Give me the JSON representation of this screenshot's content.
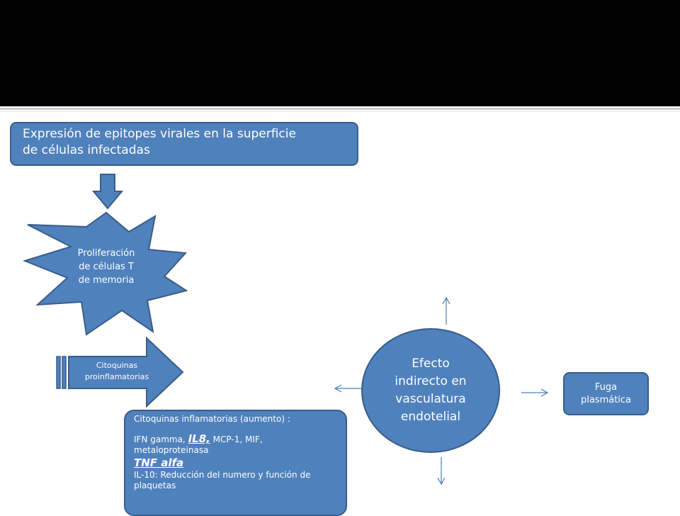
{
  "epitope_box": {
    "lines": [
      "Expresión de epitopes virales en la superficie",
      "de células infectadas"
    ]
  },
  "star": {
    "lines": [
      "Proliferación",
      "de células T",
      "de memoria"
    ]
  },
  "arrow": {
    "lines": [
      "Citoquinas",
      "proinflamatorias"
    ]
  },
  "cytokines_box": {
    "header": "Citoquinas inflamatorias (aumento) :",
    "ifn_prefix": "IFN gamma, ",
    "il8": "IL8,",
    "ifn_suffix": " MCP-1, MIF,",
    "line3": "metaloproteinasa",
    "tnf": "TNF alfa",
    "line5": "IL-10: Reducción del numero y función de",
    "line6": "plaquetas"
  },
  "efecto_circle": {
    "lines": [
      "Efecto",
      "indirecto en",
      "vasculatura",
      "endotelial"
    ]
  },
  "leak_box": {
    "lines": [
      "Fuga",
      "plasmática"
    ]
  },
  "colors": {
    "fill": "#4f81bd",
    "border": "#385d8a",
    "text": "#ffffff",
    "connector": "#4a7ebb",
    "header_band": "#000000"
  }
}
